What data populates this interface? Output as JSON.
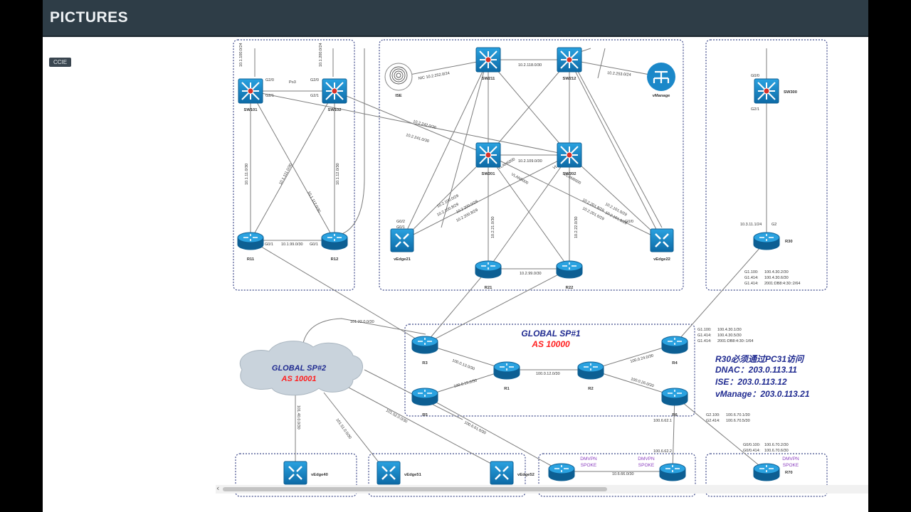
{
  "header": {
    "title": "PICTURES",
    "tag": "CCIE"
  },
  "colors": {
    "device": "#1b88c9",
    "device_dark": "#0d5f93",
    "box": "#3f4a8a",
    "line": "#7d7d7d",
    "cloud": "#c9d3dc",
    "sp_title": "#1f2a90",
    "sp_as": "#ff2020",
    "spoke": "#8a3dbf"
  },
  "devices": [
    {
      "id": "sw101",
      "type": "switch",
      "label": "SW101"
    },
    {
      "id": "sw102",
      "type": "switch",
      "label": "SW102"
    },
    {
      "id": "sw211",
      "type": "switch",
      "label": "SW211"
    },
    {
      "id": "sw212",
      "type": "switch",
      "label": "SW212"
    },
    {
      "id": "sw201",
      "type": "switch",
      "label": "SW201"
    },
    {
      "id": "sw202",
      "type": "switch",
      "label": "SW202"
    },
    {
      "id": "sw300",
      "type": "switch",
      "label": "SW300"
    },
    {
      "id": "r11",
      "type": "router",
      "label": "R11"
    },
    {
      "id": "r12",
      "type": "router",
      "label": "R12"
    },
    {
      "id": "r21",
      "type": "router",
      "label": "R21"
    },
    {
      "id": "r22",
      "type": "router",
      "label": "R22"
    },
    {
      "id": "r30",
      "type": "router",
      "label": "R30"
    },
    {
      "id": "r1",
      "type": "router",
      "label": "R1"
    },
    {
      "id": "r2",
      "type": "router",
      "label": "R2"
    },
    {
      "id": "r3",
      "type": "router",
      "label": "R3"
    },
    {
      "id": "r4",
      "type": "router",
      "label": "R4"
    },
    {
      "id": "r5",
      "type": "router",
      "label": "R5"
    },
    {
      "id": "r6",
      "type": "router",
      "label": "R6"
    },
    {
      "id": "r70",
      "type": "router",
      "label": "R70"
    },
    {
      "id": "spoke1",
      "type": "router",
      "label": ""
    },
    {
      "id": "spoke2",
      "type": "router",
      "label": ""
    },
    {
      "id": "vedge21",
      "type": "vedge",
      "label": "vEdge21"
    },
    {
      "id": "vedge22",
      "type": "vedge",
      "label": "vEdge22"
    },
    {
      "id": "vedge40",
      "type": "vedge",
      "label": "vEdge40"
    },
    {
      "id": "vedge51",
      "type": "vedge",
      "label": "vEdge51"
    },
    {
      "id": "vedge52",
      "type": "vedge",
      "label": "vEdge52"
    },
    {
      "id": "ise",
      "type": "ise",
      "label": "ISE"
    },
    {
      "id": "vmanage",
      "type": "vmanage",
      "label": "vManage"
    }
  ],
  "links": [
    [
      "sw101",
      "sw102"
    ],
    [
      "sw101",
      "r11"
    ],
    [
      "sw101",
      "r12"
    ],
    [
      "sw102",
      "r11"
    ],
    [
      "sw102",
      "r12"
    ],
    [
      "r11",
      "r12"
    ],
    [
      "sw101",
      "sw202"
    ],
    [
      "sw102",
      "sw201"
    ],
    [
      "sw211",
      "sw212"
    ],
    [
      "sw211",
      "sw201"
    ],
    [
      "sw211",
      "sw202"
    ],
    [
      "sw212",
      "sw201"
    ],
    [
      "sw212",
      "sw202"
    ],
    [
      "sw201",
      "sw202"
    ],
    [
      "ise",
      "sw211"
    ],
    [
      "sw212",
      "vmanage"
    ],
    [
      "sw201",
      "vedge21"
    ],
    [
      "sw201",
      "vedge22"
    ],
    [
      "sw202",
      "vedge21"
    ],
    [
      "sw202",
      "vedge22"
    ],
    [
      "sw201",
      "r21"
    ],
    [
      "sw202",
      "r22"
    ],
    [
      "sw201",
      "r22"
    ],
    [
      "sw202",
      "r21"
    ],
    [
      "r21",
      "r22"
    ],
    [
      "sw211",
      "vedge21"
    ],
    [
      "sw212",
      "vedge22"
    ],
    [
      "sw300",
      "r30"
    ],
    [
      "r11",
      "r3"
    ],
    [
      "r21",
      "r3"
    ],
    [
      "r22",
      "r3"
    ],
    [
      "r3",
      "r1"
    ],
    [
      "r5",
      "r1"
    ],
    [
      "r1",
      "r2"
    ],
    [
      "r2",
      "r4"
    ],
    [
      "r2",
      "r6"
    ],
    [
      "r4",
      "r30"
    ],
    [
      "r6",
      "r70"
    ],
    [
      "r6",
      "spoke2"
    ],
    [
      "spoke1",
      "spoke2"
    ],
    [
      "r5",
      "spoke1"
    ]
  ],
  "link_labels": [
    "10.1.100.0/24",
    "10.1.200.0/24",
    "Po3",
    "G2/0",
    "G2/0",
    "G2/1",
    "G2/1",
    "10.1.99.0/30",
    "G0/1",
    "G0/1",
    "10.1.11.0/30",
    "10.1.12.0/30",
    "10.1.111.0/30",
    "10.1.112.0/30",
    "10.2.242.0/30",
    "10.2.241.0/30",
    "10.2.118.0/30",
    "10.2.109.0/30",
    "NIC 10.2.252.0/24",
    "10.2.253.0/24",
    "VLAN6000",
    "VLAN6000",
    "VLAN6000",
    "VLAN6000",
    "10.2.100.0/29",
    "10.2.200.0/29",
    "10.2.100.8/29",
    "10.2.200.8/29",
    "10.2.201.8/29",
    "10.2.101.0/29",
    "10.2.201.0/29",
    "10.2.101.8/29",
    "10.2.21.0/30",
    "10.2.22.0/30",
    "10.2.99.0/30",
    "G0/2",
    "G0/1",
    "G0/0",
    "10.3.11.1/24",
    "G0/0",
    "G2/1",
    "G2",
    "G1.100:",
    "100.4.30.2/30",
    "G1.414:",
    "100.4.30.6/30",
    "G1.414:",
    "2001:DB8:4:30::2/64",
    "101.22.0.0/30",
    "100.0.13.0/30",
    "100.0.12.0/30",
    "100.0.24.0/30",
    "100.0.15.0/30",
    "100.0.26.0/30",
    "G1.100:",
    "100.4.30.1/30",
    "G1.414:",
    "100.4.30.5/30",
    "G1.414:",
    "2001:DB8:4:30::1/64",
    "G2.100:",
    "100.6.70.1/30",
    "G2.414:",
    "100.6.70.5/30",
    "G0/0.100:",
    "100.6.70.2/30",
    "G0/0.414:",
    "100.6.70.6/30",
    "101.40.0.0/30",
    "101.51.0.0/30",
    "101.52.0.0/30",
    "100.6.61.0/30",
    "100.6.62.1",
    "100.6.62.2",
    "10.6.66.0/30"
  ],
  "sp1": {
    "name": "GLOBAL SP#1",
    "as": "AS 10000"
  },
  "sp2": {
    "name": "GLOBAL SP#2",
    "as": "AS 10001"
  },
  "notes": [
    "R30必须通过PC31访问",
    "DNAC：203.0.113.11",
    "ISE：203.0.113.12",
    "vManage：203.0.113.21"
  ],
  "dmvpn_label": [
    "DMVPN",
    "SPOKE"
  ]
}
